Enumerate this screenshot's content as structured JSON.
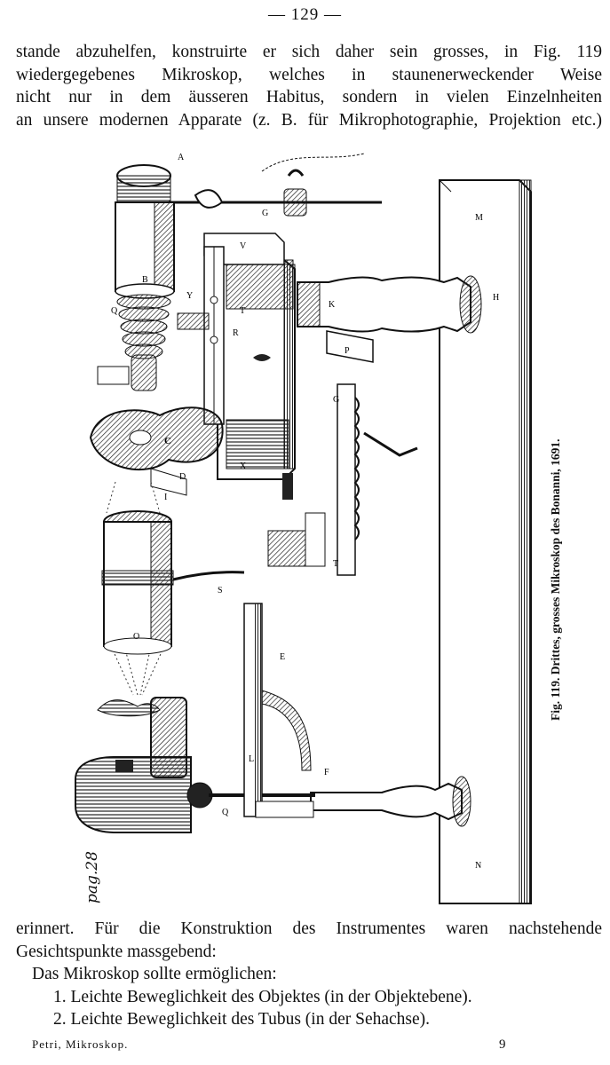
{
  "header": {
    "page_number": "— 129 —"
  },
  "top_paragraph": {
    "lines": [
      "stande abzuhelfen, konstruirte er sich daher sein grosses, in Fig. 119",
      "wiedergegebenes Mikroskop, welches in staunenerweckender Weise",
      "nicht nur in dem äusseren Habitus, sondern in vielen Einzelnheiten",
      "an unsere modernen Apparate (z. B. für Mikrophotographie, Projektion etc.)"
    ]
  },
  "figure": {
    "caption": "Fig. 119. Drittes, grosses Mikroskop des Bonanni, 1691.",
    "handwritten_note": "pag.28",
    "letter_labels": {
      "A": "A",
      "B": "B",
      "C": "C",
      "D": "D",
      "E": "E",
      "F": "F",
      "G": "G",
      "H": "H",
      "I": "I",
      "K": "K",
      "L": "L",
      "M": "M",
      "N": "N",
      "O": "O",
      "P": "P",
      "Q": "Q",
      "R": "R",
      "S": "S",
      "T": "T",
      "V": "V",
      "X": "X",
      "Y": "Y"
    }
  },
  "bottom_paragraph": {
    "lines": [
      "erinnert. Für die Konstruktion des Instrumentes waren nachstehende",
      "Gesichtspunkte massgebend:"
    ]
  },
  "list": {
    "intro": "Das Mikroskop sollte ermöglichen:",
    "items": [
      "1. Leichte Beweglichkeit des Objektes (in der Objektebene).",
      "2. Leichte Beweglichkeit des Tubus (in der Sehachse)."
    ]
  },
  "footer": {
    "left": "Petri, Mikroskop.",
    "right": "9"
  }
}
